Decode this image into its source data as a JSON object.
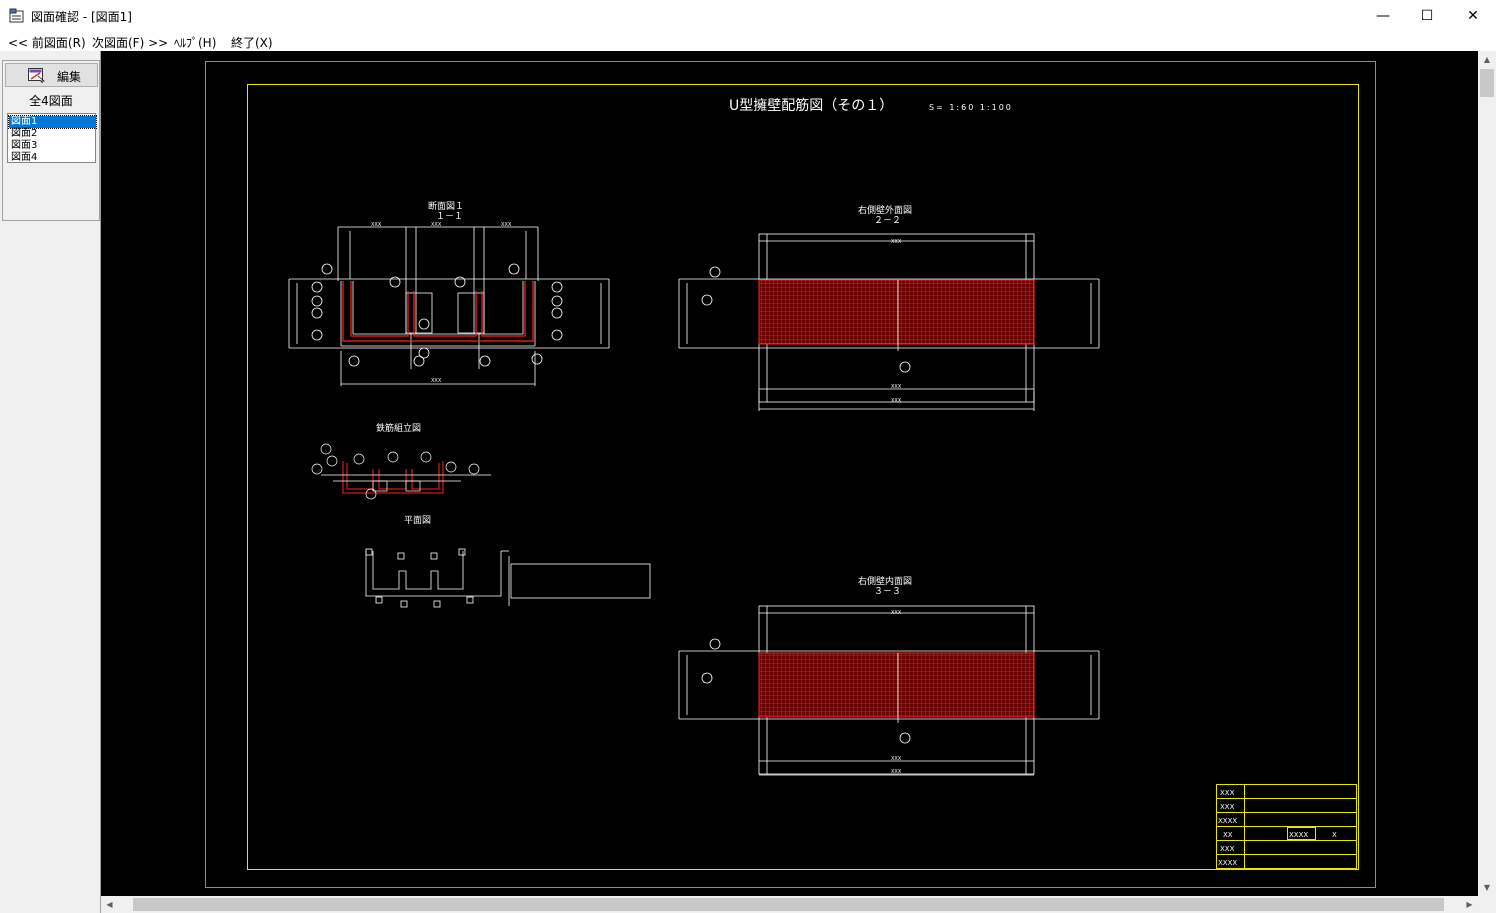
{
  "window": {
    "title": "図面確認 - [図面1]",
    "icon": "app-drawing-icon",
    "minimize": "—",
    "maximize": "☐",
    "close": "✕"
  },
  "menu": {
    "prev": "<< 前図面(R)",
    "next": "次図面(F) >>",
    "help": "ﾍﾙﾌﾟ(H)",
    "exit": "終了(X)"
  },
  "sidebar": {
    "edit_label": "編集",
    "count_label": "全4図面",
    "items": [
      "図面1",
      "図面2",
      "図面3",
      "図面4"
    ],
    "selected_index": 0
  },
  "drawing": {
    "title": "U型擁壁配筋図（その１）",
    "scale": "S= 1:60 1:100",
    "section_title": "断面図１",
    "section_sub": "１－１",
    "outer_title": "右側壁外面図",
    "outer_sub": "２－２",
    "inner_title": "右側壁内面図",
    "inner_sub": "３－３",
    "assembly_title": "鉄筋組立図",
    "plan_title": "平面図",
    "dim_placeholder": "XXX",
    "title_block_rows": [
      "XXX",
      "XXX",
      "XXXX",
      "XX",
      "XXX",
      "XXXX"
    ],
    "title_block_mid": "XXXX",
    "title_block_x": "X",
    "colors": {
      "frame_outer": "#00c8c8",
      "frame_inner": "#e6e600",
      "lines": "#ffffff",
      "rebar": "#ff2020"
    }
  }
}
